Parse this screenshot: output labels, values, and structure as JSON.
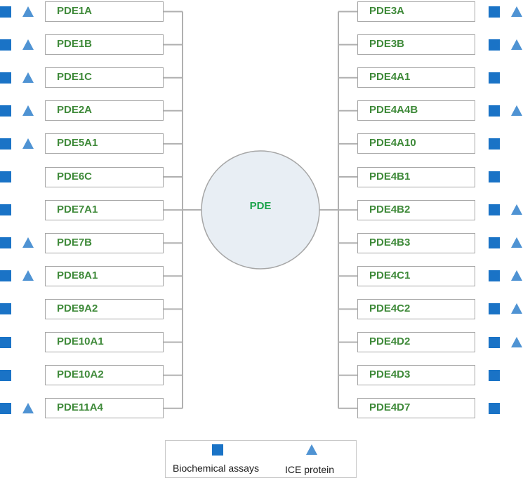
{
  "center": {
    "label": "PDE"
  },
  "left_items": [
    {
      "label": "PDE1A",
      "biochemical": true,
      "ice": true
    },
    {
      "label": "PDE1B",
      "biochemical": true,
      "ice": true
    },
    {
      "label": "PDE1C",
      "biochemical": true,
      "ice": true
    },
    {
      "label": "PDE2A",
      "biochemical": true,
      "ice": true
    },
    {
      "label": "PDE5A1",
      "biochemical": true,
      "ice": true
    },
    {
      "label": "PDE6C",
      "biochemical": true,
      "ice": false
    },
    {
      "label": "PDE7A1",
      "biochemical": true,
      "ice": false
    },
    {
      "label": "PDE7B",
      "biochemical": true,
      "ice": true
    },
    {
      "label": "PDE8A1",
      "biochemical": true,
      "ice": true
    },
    {
      "label": "PDE9A2",
      "biochemical": true,
      "ice": false
    },
    {
      "label": "PDE10A1",
      "biochemical": true,
      "ice": false
    },
    {
      "label": "PDE10A2",
      "biochemical": true,
      "ice": false
    },
    {
      "label": "PDE11A4",
      "biochemical": true,
      "ice": true
    }
  ],
  "right_items": [
    {
      "label": "PDE3A",
      "biochemical": true,
      "ice": true
    },
    {
      "label": "PDE3B",
      "biochemical": true,
      "ice": true
    },
    {
      "label": "PDE4A1",
      "biochemical": true,
      "ice": false
    },
    {
      "label": "PDE4A4B",
      "biochemical": true,
      "ice": true
    },
    {
      "label": "PDE4A10",
      "biochemical": true,
      "ice": false
    },
    {
      "label": "PDE4B1",
      "biochemical": true,
      "ice": false
    },
    {
      "label": "PDE4B2",
      "biochemical": true,
      "ice": true
    },
    {
      "label": "PDE4B3",
      "biochemical": true,
      "ice": true
    },
    {
      "label": "PDE4C1",
      "biochemical": true,
      "ice": true
    },
    {
      "label": "PDE4C2",
      "biochemical": true,
      "ice": true
    },
    {
      "label": "PDE4D2",
      "biochemical": true,
      "ice": true
    },
    {
      "label": "PDE4D3",
      "biochemical": true,
      "ice": false
    },
    {
      "label": "PDE4D7",
      "biochemical": true,
      "ice": false
    }
  ],
  "legend": {
    "biochemical_label": "Biochemical assays",
    "ice_label": "ICE protein",
    "square_icon": "square-marker-icon",
    "triangle_icon": "triangle-marker-icon"
  },
  "colors": {
    "box_text": "#3f8a3a",
    "center_text": "#1aa24a",
    "square": "#1a73c6",
    "triangle": "#4f93d3",
    "circle_fill": "#e8eef4",
    "connector": "#b0b0b0"
  }
}
